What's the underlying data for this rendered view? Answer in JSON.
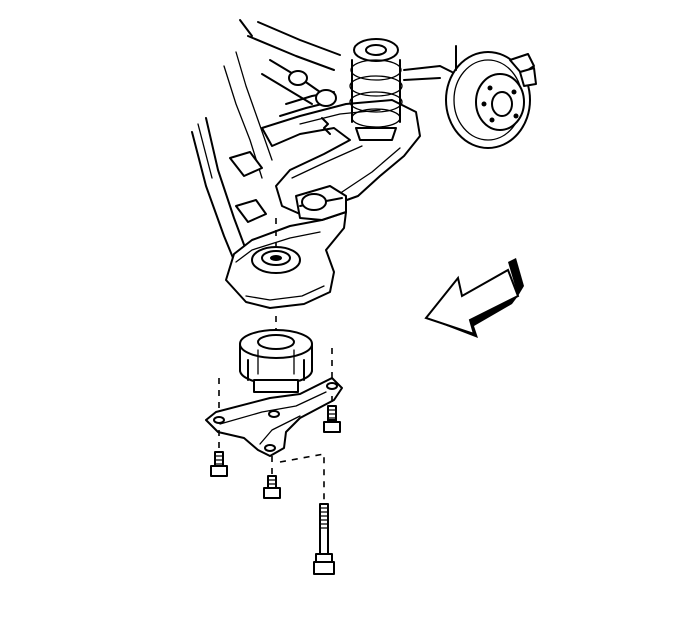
{
  "diagram": {
    "background": "#ffffff",
    "line_color": "#000000",
    "components": [
      "coil-spring",
      "brake-rotor",
      "frame-crossmember",
      "lower-control-arm",
      "control-arm-bushing",
      "bushing-retainer-bracket",
      "bracket-bolts",
      "long-through-bolt",
      "direction-arrow"
    ]
  }
}
